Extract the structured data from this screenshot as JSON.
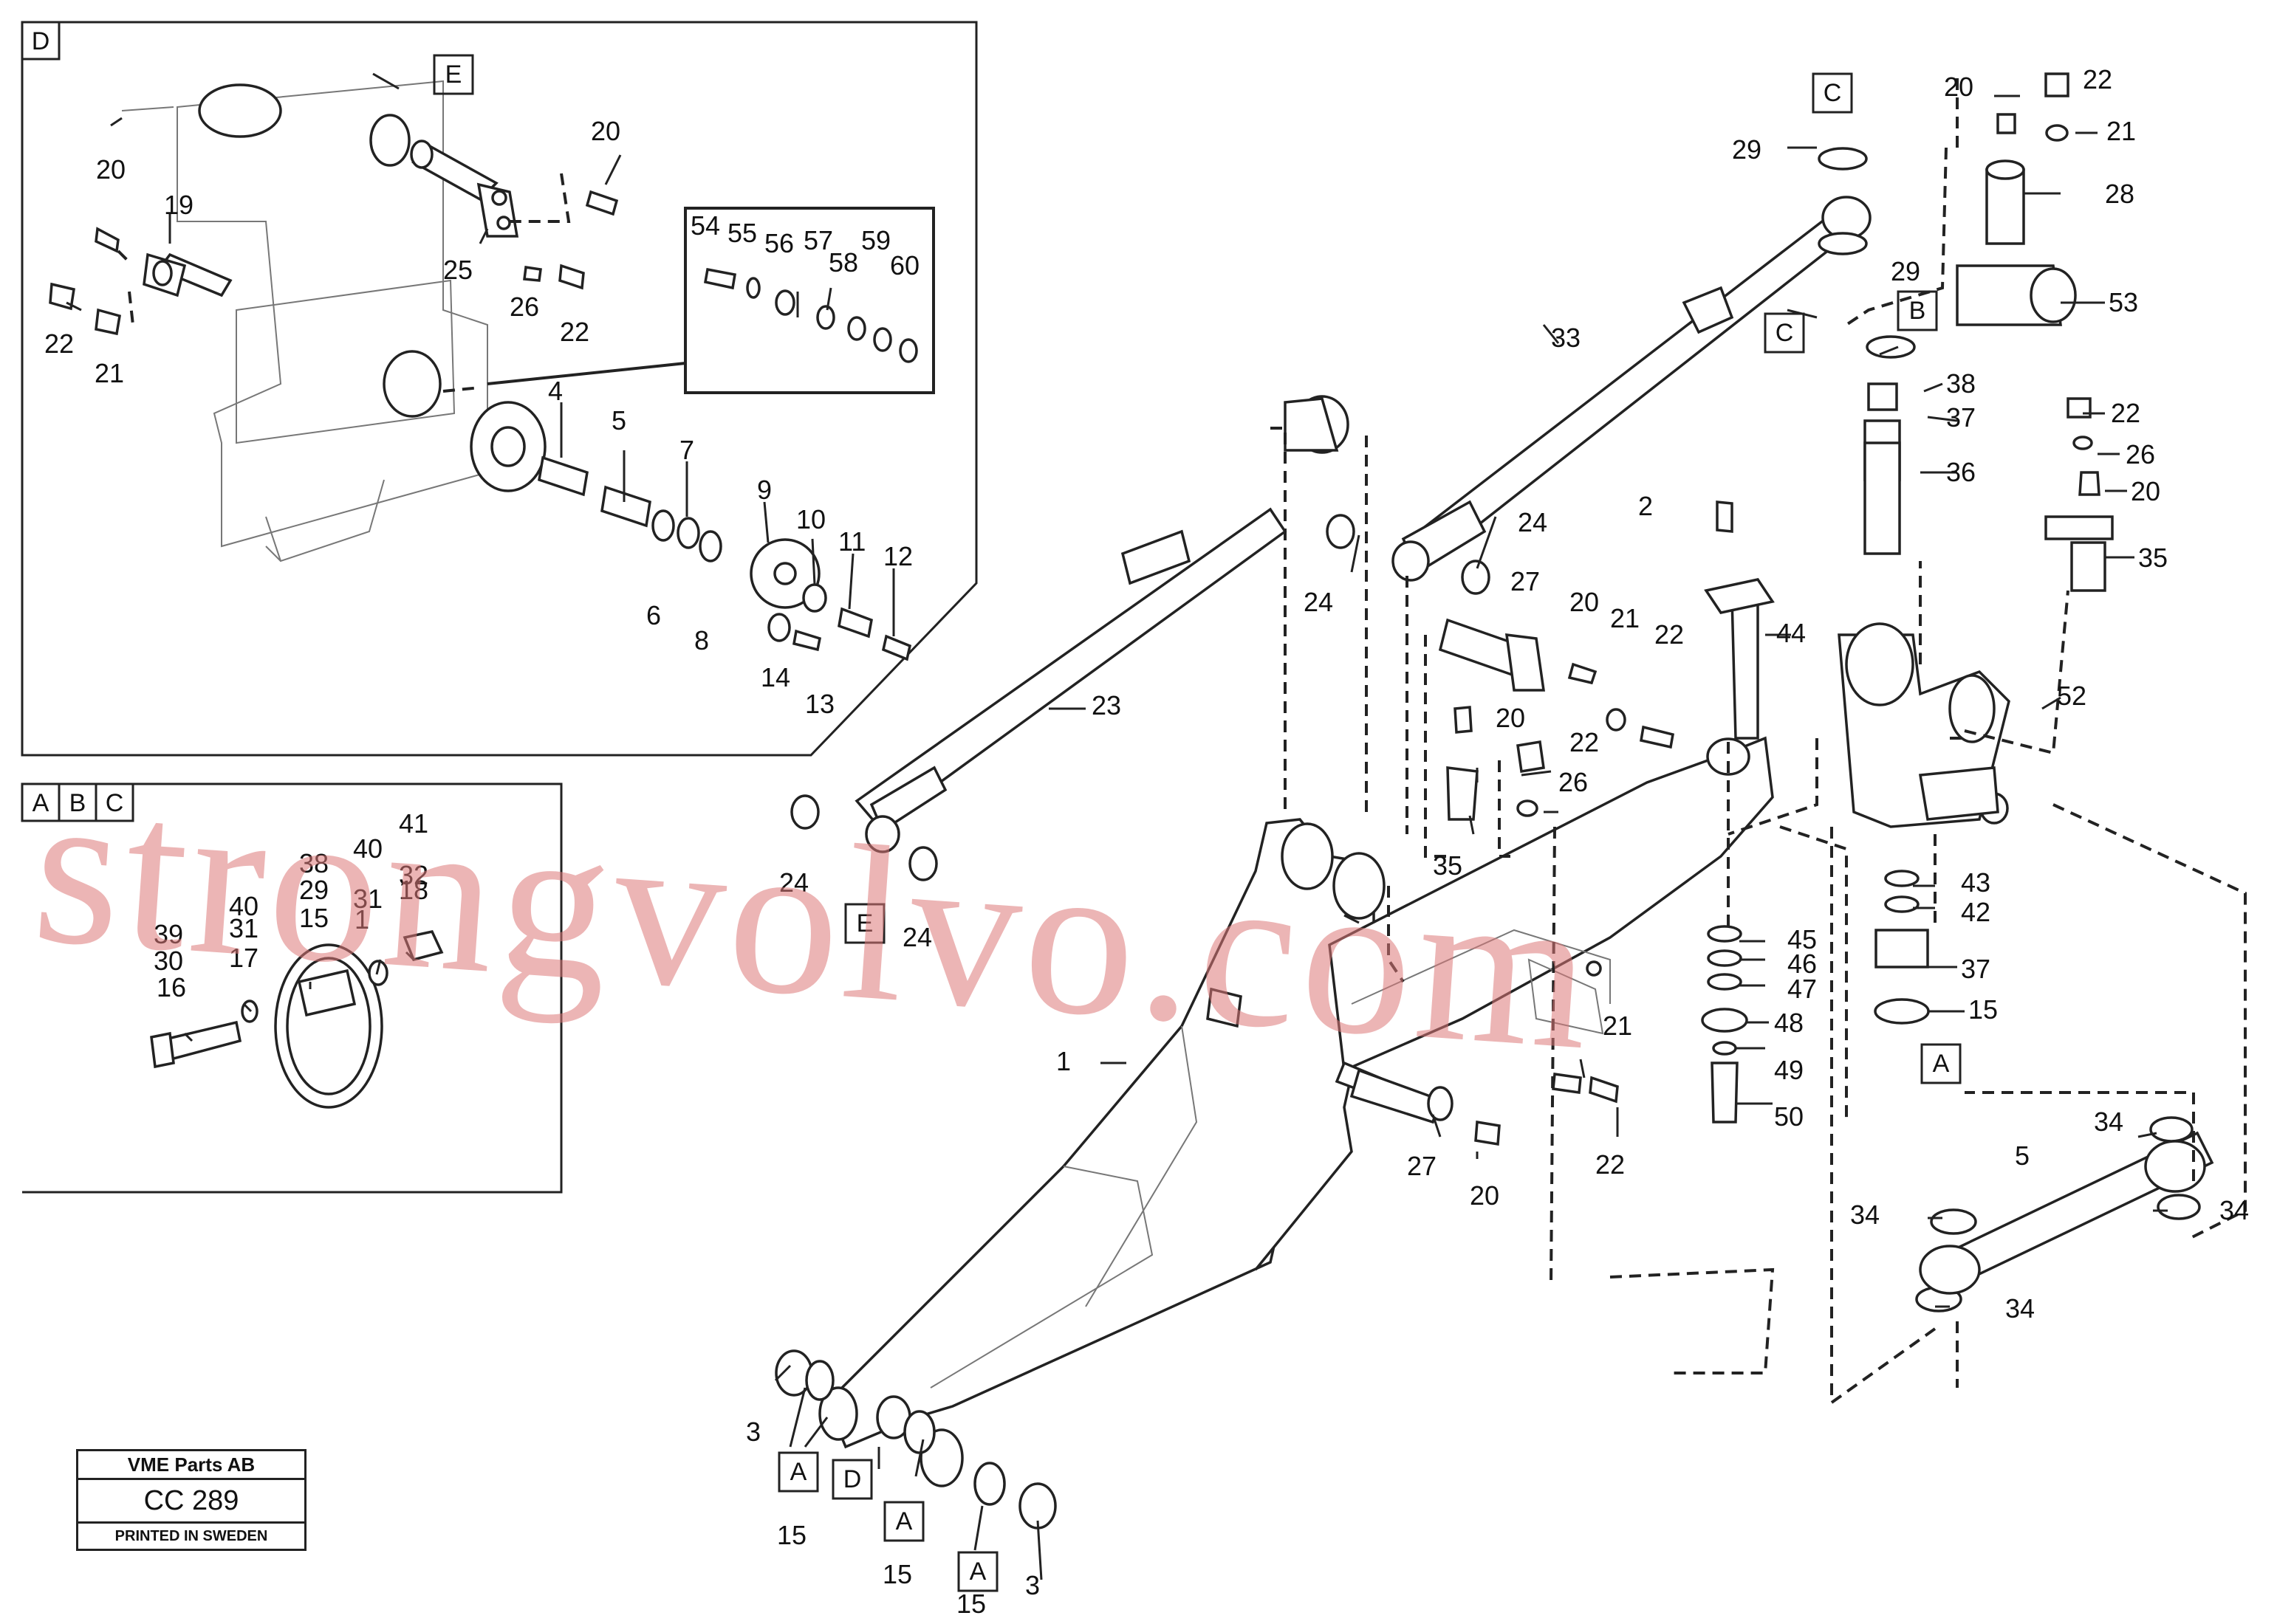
{
  "diagram": {
    "inset_labels": {
      "detail_d": "D",
      "detail_abc": [
        "A",
        "B",
        "C"
      ]
    },
    "ref_boxes": [
      {
        "id": "E-top",
        "text": "E"
      },
      {
        "id": "C-top",
        "text": "C"
      },
      {
        "id": "C-mid",
        "text": "C"
      },
      {
        "id": "B-mid",
        "text": "B"
      },
      {
        "id": "E-low",
        "text": "E"
      },
      {
        "id": "A-right",
        "text": "A"
      },
      {
        "id": "A-b1",
        "text": "A"
      },
      {
        "id": "D-b",
        "text": "D"
      },
      {
        "id": "A-b2",
        "text": "A"
      },
      {
        "id": "A-b3",
        "text": "A"
      }
    ],
    "callouts": [
      "20",
      "19",
      "20",
      "25",
      "22",
      "21",
      "26",
      "22",
      "54",
      "55",
      "56",
      "57",
      "58",
      "59",
      "60",
      "4",
      "5",
      "7",
      "9",
      "10",
      "11",
      "12",
      "6",
      "8",
      "14",
      "13",
      "41",
      "40",
      "32",
      "31",
      "38",
      "29",
      "18",
      "15",
      "40",
      "31",
      "39",
      "30",
      "17",
      "16",
      "1",
      "22",
      "20",
      "21",
      "28",
      "29",
      "29",
      "53",
      "38",
      "37",
      "36",
      "22",
      "26",
      "20",
      "35",
      "33",
      "2",
      "24",
      "24",
      "27",
      "44",
      "20",
      "21",
      "22",
      "20",
      "22",
      "26",
      "35",
      "23",
      "52",
      "24",
      "24",
      "43",
      "42",
      "37",
      "45",
      "46",
      "47",
      "48",
      "15",
      "49",
      "50",
      "1",
      "21",
      "22",
      "27",
      "20",
      "34",
      "5",
      "34",
      "34",
      "34",
      "3",
      "15",
      "15",
      "15",
      "3"
    ],
    "watermark": "strongvolvo.com",
    "stamp": {
      "company": "VME Parts AB",
      "code": "CC 289",
      "printed": "PRINTED IN SWEDEN"
    }
  }
}
